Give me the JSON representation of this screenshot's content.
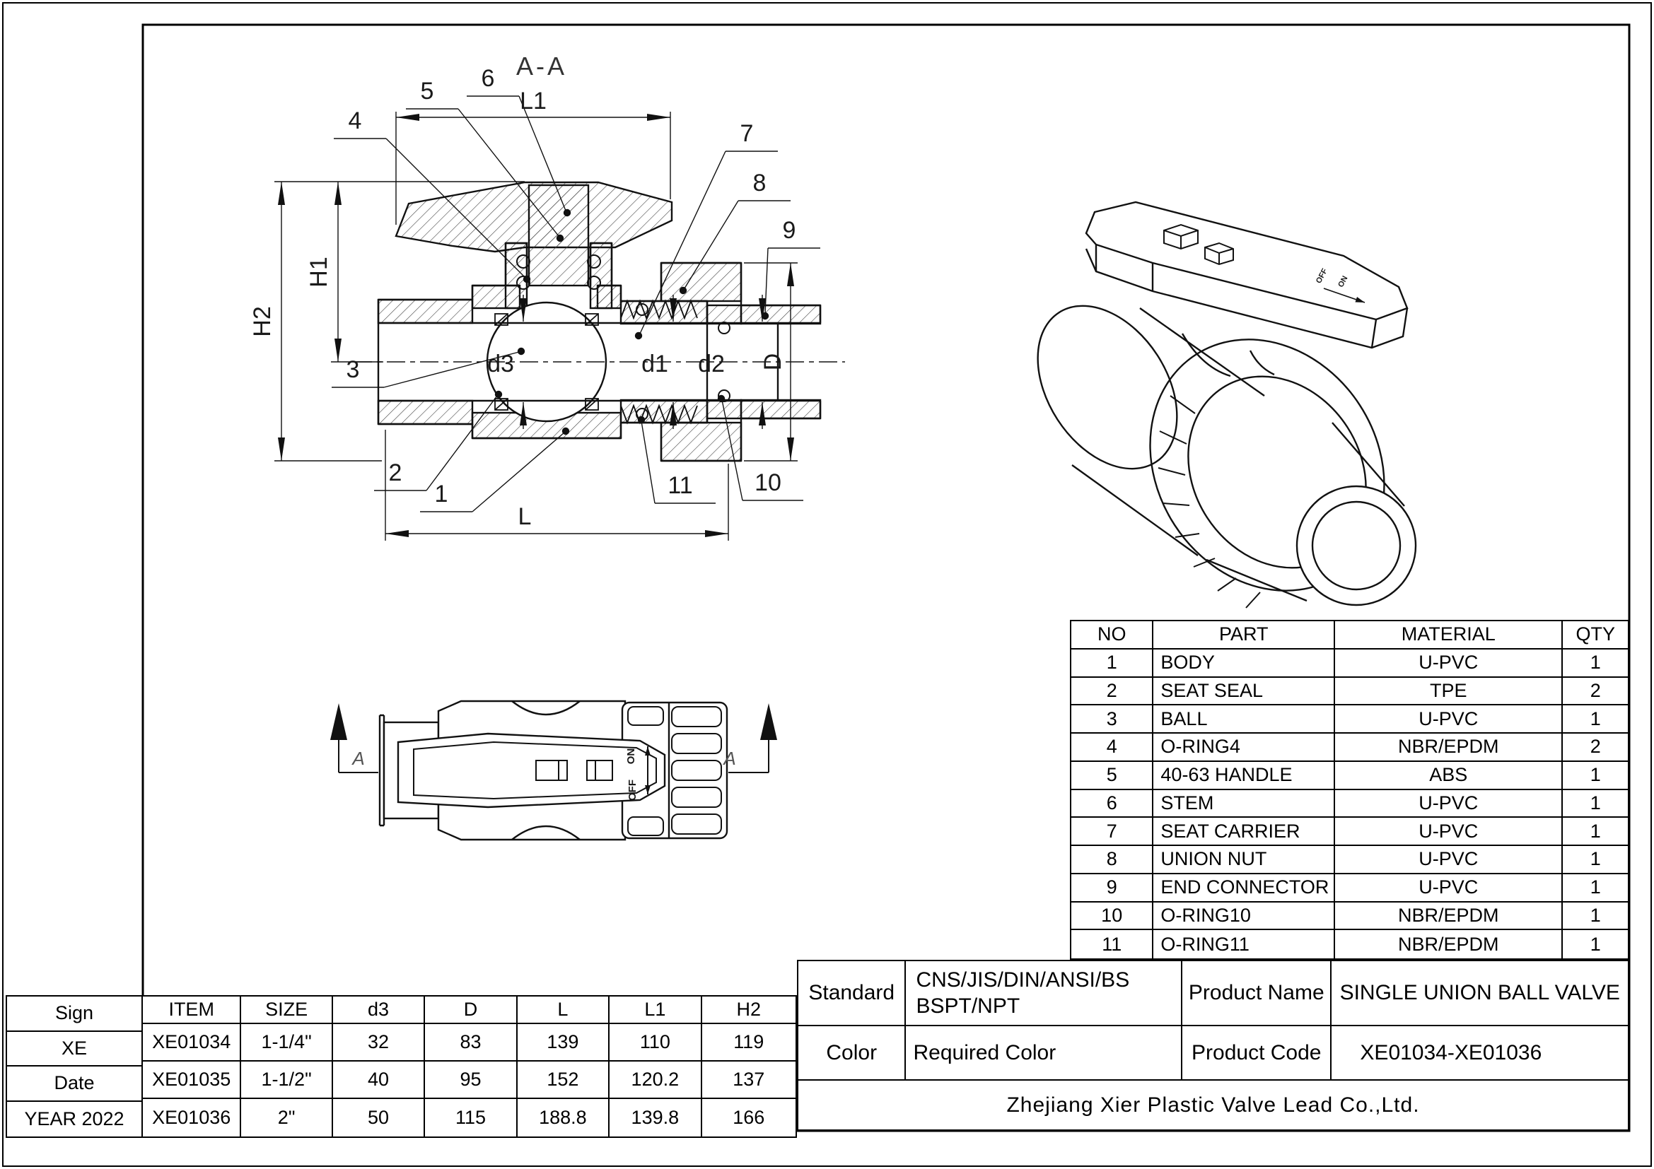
{
  "drawing": {
    "section_title": "A-A",
    "section_letter": "A",
    "on_label": "ON",
    "off_label": "OFF",
    "dim_labels": {
      "L1": "L1",
      "H1": "H1",
      "H2": "H2",
      "L": "L",
      "D": "D",
      "d1": "d1",
      "d2": "d2",
      "d3": "d3"
    },
    "callouts": {
      "n1": "1",
      "n2": "2",
      "n3": "3",
      "n4": "4",
      "n5": "5",
      "n6": "6",
      "n7": "7",
      "n8": "8",
      "n9": "9",
      "n10": "10",
      "n11": "11"
    }
  },
  "parts_table": {
    "headers": {
      "no": "NO",
      "part": "PART",
      "material": "MATERIAL",
      "qty": "QTY"
    },
    "rows": [
      {
        "no": "1",
        "part": "BODY",
        "material": "U-PVC",
        "qty": "1"
      },
      {
        "no": "2",
        "part": "SEAT SEAL",
        "material": "TPE",
        "qty": "2"
      },
      {
        "no": "3",
        "part": "BALL",
        "material": "U-PVC",
        "qty": "1"
      },
      {
        "no": "4",
        "part": "O-RING4",
        "material": "NBR/EPDM",
        "qty": "2"
      },
      {
        "no": "5",
        "part": "40-63 HANDLE",
        "material": "ABS",
        "qty": "1"
      },
      {
        "no": "6",
        "part": "STEM",
        "material": "U-PVC",
        "qty": "1"
      },
      {
        "no": "7",
        "part": "SEAT CARRIER",
        "material": "U-PVC",
        "qty": "1"
      },
      {
        "no": "8",
        "part": "UNION NUT",
        "material": "U-PVC",
        "qty": "1"
      },
      {
        "no": "9",
        "part": "END CONNECTOR",
        "material": "U-PVC",
        "qty": "1"
      },
      {
        "no": "10",
        "part": "O-RING10",
        "material": "NBR/EPDM",
        "qty": "1"
      },
      {
        "no": "11",
        "part": "O-RING11",
        "material": "NBR/EPDM",
        "qty": "1"
      }
    ]
  },
  "size_table": {
    "headers": {
      "item": "ITEM",
      "size": "SIZE",
      "d3": "d3",
      "D": "D",
      "L": "L",
      "L1": "L1",
      "H2": "H2"
    },
    "rows": [
      {
        "item": "XE01034",
        "size": "1-1/4\"",
        "d3": "32",
        "D": "83",
        "L": "139",
        "L1": "110",
        "H2": "119"
      },
      {
        "item": "XE01035",
        "size": "1-1/2\"",
        "d3": "40",
        "D": "95",
        "L": "152",
        "L1": "120.2",
        "H2": "137"
      },
      {
        "item": "XE01036",
        "size": "2\"",
        "d3": "50",
        "D": "115",
        "L": "188.8",
        "L1": "139.8",
        "H2": "166"
      }
    ]
  },
  "sign_block": {
    "sign_label": "Sign",
    "sign_value": "XE",
    "date_label": "Date",
    "date_value": "YEAR 2022"
  },
  "title_block": {
    "standard_label": "Standard",
    "standard_value_line1": "CNS/JIS/DIN/ANSI/BS",
    "standard_value_line2": "BSPT/NPT",
    "color_label": "Color",
    "color_value": "Required Color",
    "product_name_label": "Product Name",
    "product_name_value": "SINGLE UNION BALL VALVE",
    "product_code_label": "Product Code",
    "product_code_value": "XE01034-XE01036",
    "company": "Zhejiang Xier Plastic Valve Lead Co.,Ltd."
  }
}
